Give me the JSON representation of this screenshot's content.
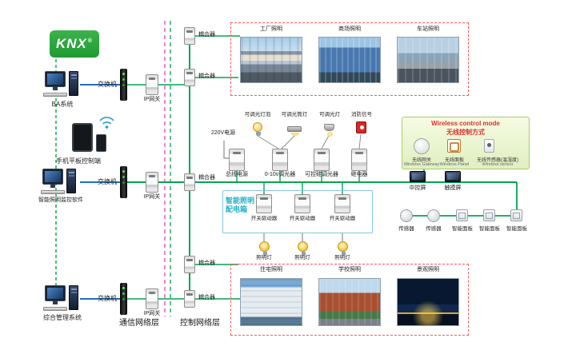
{
  "logo": {
    "text": "KNX",
    "reg": "®"
  },
  "left_devices": [
    {
      "label": "BA系统"
    },
    {
      "label": "手机平板控制端"
    },
    {
      "label": "智能照明监控软件"
    },
    {
      "label": "综合管理系统"
    }
  ],
  "network": {
    "switch": "交换机",
    "gateway": "IP网关",
    "coupler": "耦合器",
    "comm_layer": "通信网络层",
    "control_layer": "控制网络层"
  },
  "top_box": {
    "photos": [
      {
        "label": "工厂照明"
      },
      {
        "label": "商场照明"
      },
      {
        "label": "车站照明"
      }
    ]
  },
  "bottom_box": {
    "photos": [
      {
        "label": "住宅照明"
      },
      {
        "label": "学校照明"
      },
      {
        "label": "景观照明"
      }
    ]
  },
  "field": {
    "power": "220V电源",
    "loads": [
      {
        "label": "可调光灯泡"
      },
      {
        "label": "可调光筒灯"
      },
      {
        "label": "可调光灯"
      },
      {
        "label": "消防信号"
      }
    ],
    "modules": [
      {
        "label": "总线电源"
      },
      {
        "label": "0-10v调光器"
      },
      {
        "label": "可控硅调光器"
      },
      {
        "label": "继电器"
      }
    ]
  },
  "dist_box": {
    "title_line1": "智能照明",
    "title_line2": "配电箱",
    "modules": [
      {
        "label": "开关驱动器"
      },
      {
        "label": "开关驱动器"
      },
      {
        "label": "开关驱动器"
      }
    ],
    "lamps": [
      {
        "label": "照明灯"
      },
      {
        "label": "照明灯"
      },
      {
        "label": "照明灯"
      }
    ]
  },
  "wireless": {
    "title_en": "Wireless control mode",
    "title_cn": "无线控制方式",
    "items": [
      {
        "cn": "无线网关",
        "en": "Wireless Gateway"
      },
      {
        "cn": "无线面板",
        "en": "Wireless Panel"
      },
      {
        "cn": "无线传感器(温湿度)",
        "en": "Wireless sensor"
      }
    ]
  },
  "right_devices": {
    "row1": [
      {
        "label": "中控屏"
      },
      {
        "label": "触摸屏"
      }
    ],
    "row2": [
      {
        "label": "传感器"
      },
      {
        "label": "传感器"
      },
      {
        "label": "智能面板"
      },
      {
        "label": "智能面板"
      },
      {
        "label": "智能面板"
      }
    ]
  },
  "colors": {
    "knx_green": "#00a651",
    "ethernet_blue": "#1f6fc0",
    "separator_magenta": "#f040c8",
    "box_red": "#ff5656"
  }
}
